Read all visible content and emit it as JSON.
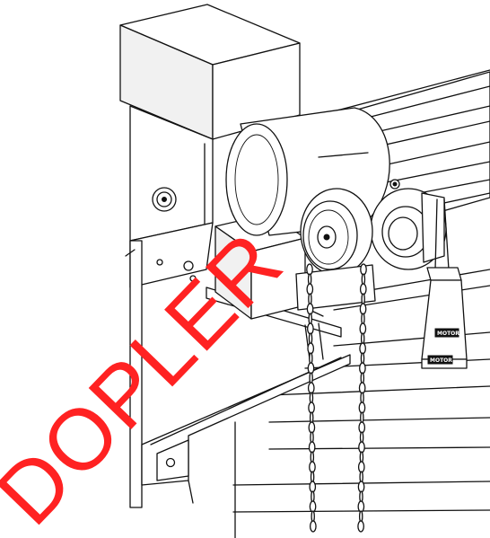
{
  "diagram": {
    "watermark_text": "DOPLER",
    "tag_label_top": "MOTOR",
    "tag_label_bottom": "MOTOR",
    "colors": {
      "watermark": "#ff2222",
      "line": "#111111",
      "background": "#ffffff"
    }
  }
}
